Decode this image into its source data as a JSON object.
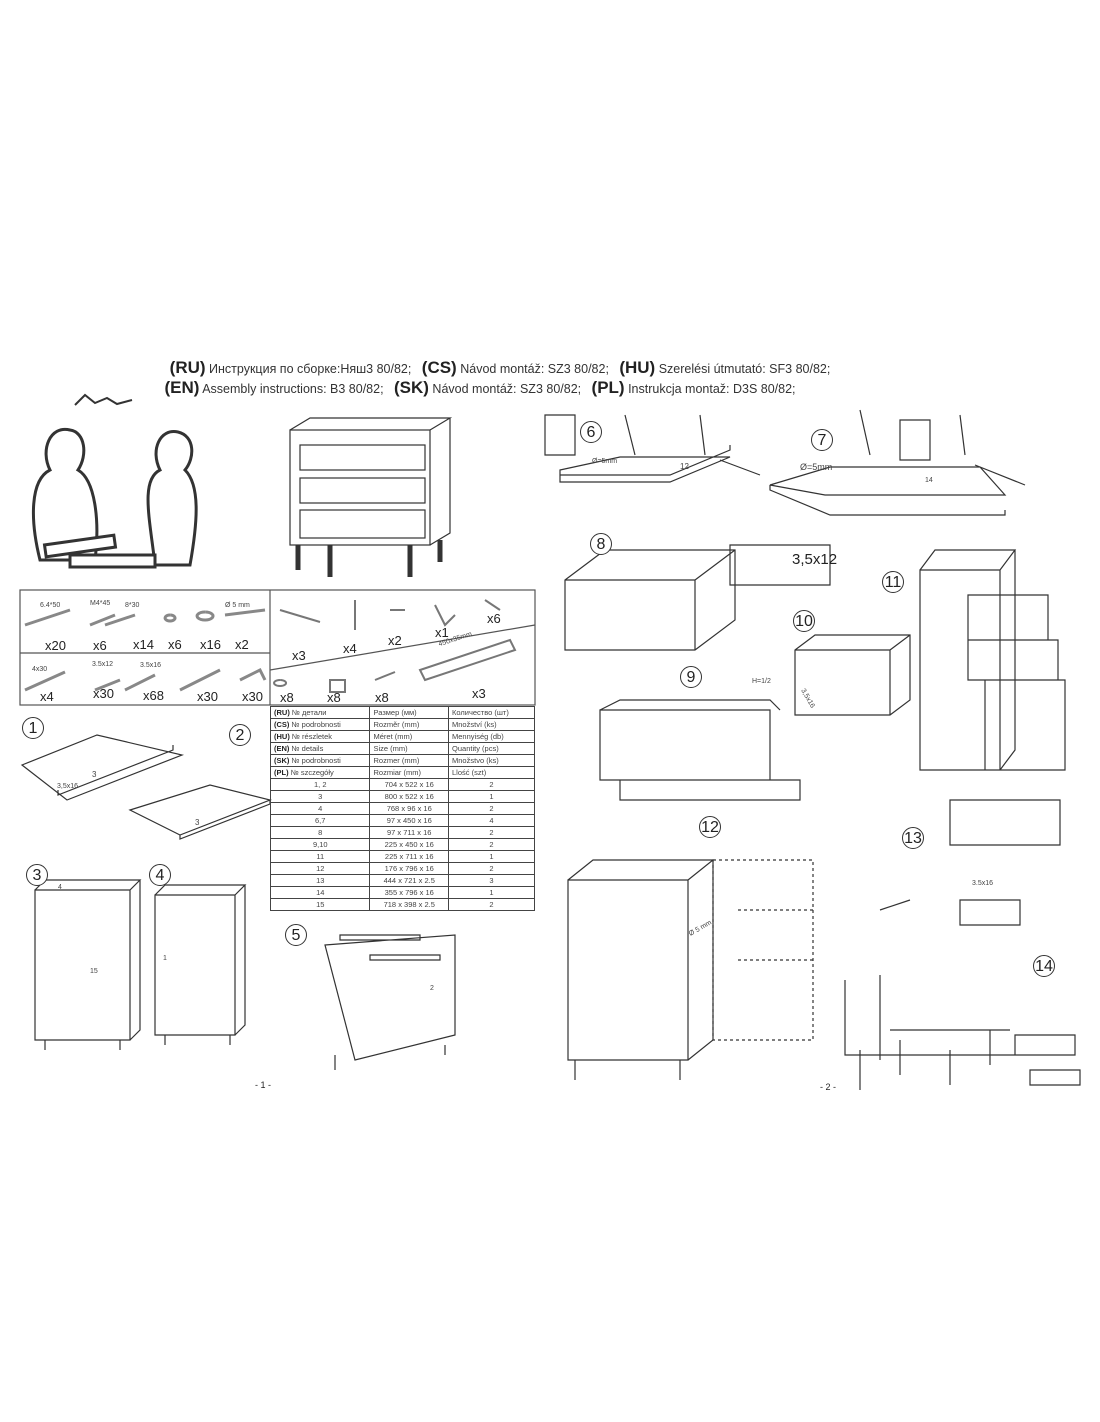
{
  "header": {
    "line1": [
      {
        "code": "(RU)",
        "text": "Инструкция по сборке:Няш3 80/82;"
      },
      {
        "code": "(CS)",
        "text": "Návod montáž: SZ3 80/82;"
      },
      {
        "code": "(HU)",
        "text": "Szerelési útmutató: SF3 80/82;"
      }
    ],
    "line2": [
      {
        "code": "(EN)",
        "text": "Assembly instructions: B3 80/82;"
      },
      {
        "code": "(SK)",
        "text": "Návod montáž: SZ3 80/82;"
      },
      {
        "code": "(PL)",
        "text": "Instrukcja montaž: D3S 80/82;"
      }
    ]
  },
  "hardware": {
    "row1": [
      {
        "label": "6.4*50",
        "qty": "x20"
      },
      {
        "label": "M4*45",
        "qty": "x6"
      },
      {
        "label": "8*30",
        "qty": "x14"
      },
      {
        "label": "",
        "qty": "x6"
      },
      {
        "label": "",
        "qty": "x16"
      },
      {
        "label": "Ø 5 mm",
        "qty": "x2"
      }
    ],
    "row2": [
      {
        "label": "4x30",
        "qty": "x4"
      },
      {
        "label": "3.5x12",
        "qty": "x30"
      },
      {
        "label": "3.5x16",
        "qty": "x68"
      },
      {
        "label": "",
        "qty": "x30"
      },
      {
        "label": "",
        "qty": "x30"
      }
    ],
    "right_top": [
      {
        "qty": "x3"
      },
      {
        "qty": "x4"
      },
      {
        "qty": "x2"
      },
      {
        "qty": "x1"
      },
      {
        "qty": "x6"
      }
    ],
    "right_bottom": [
      {
        "label": "",
        "qty": "x8"
      },
      {
        "label": "",
        "qty": "x8"
      },
      {
        "label": "",
        "qty": "x8"
      },
      {
        "label": "450x35mm",
        "qty": "x3"
      }
    ]
  },
  "parts_table": {
    "header_rows": [
      {
        "code": "(RU)",
        "detail": "№ детали",
        "size": "Размер  (мм)",
        "qty": "Количество (шт)"
      },
      {
        "code": "(CS)",
        "detail": "№ podrobnosti",
        "size": "Rozměr (mm)",
        "qty": "Množství  (ks)"
      },
      {
        "code": "(HU)",
        "detail": "№ részletek",
        "size": "Méret (mm)",
        "qty": "Mennyiség (db)"
      },
      {
        "code": "(EN)",
        "detail": "№ details",
        "size": "Size (mm)",
        "qty": "Quantity  (pcs)"
      },
      {
        "code": "(SK)",
        "detail": "№ podrobnosti",
        "size": "Rozmer (mm)",
        "qty": "Množstvo (ks)"
      },
      {
        "code": "(PL)",
        "detail": "№ szczegóły",
        "size": "Rozmiar (mm)",
        "qty": "Llość (szt)"
      }
    ],
    "rows": [
      {
        "no": "1, 2",
        "size": "704 x 522 x 16",
        "qty": "2"
      },
      {
        "no": "3",
        "size": "800 x 522 x 16",
        "qty": "1"
      },
      {
        "no": "4",
        "size": "768 x 96 x 16",
        "qty": "2"
      },
      {
        "no": "6,7",
        "size": "97 x 450 x 16",
        "qty": "4"
      },
      {
        "no": "8",
        "size": "97 x 711 x 16",
        "qty": "2"
      },
      {
        "no": "9,10",
        "size": "225 x 450 x 16",
        "qty": "2"
      },
      {
        "no": "11",
        "size": "225 x 711 x 16",
        "qty": "1"
      },
      {
        "no": "12",
        "size": "176 x 796 x 16",
        "qty": "2"
      },
      {
        "no": "13",
        "size": "444 x 721 x 2.5",
        "qty": "3"
      },
      {
        "no": "14",
        "size": "355 x 796 x 16",
        "qty": "1"
      },
      {
        "no": "15",
        "size": "718 x 398 x 2.5",
        "qty": "2"
      }
    ]
  },
  "steps": [
    "1",
    "2",
    "3",
    "4",
    "5",
    "6",
    "7",
    "8",
    "9",
    "10",
    "11",
    "12",
    "13",
    "14"
  ],
  "annotations": {
    "part3": "3",
    "part3b": "3",
    "part4": "4",
    "part15": "15",
    "part1": "1",
    "part2": "2",
    "d5mm_6": "Ø=5mm",
    "p12": "12",
    "d5mm_7": "Ø=5mm",
    "p14": "14",
    "screw8": "3,5x12",
    "h12": "H=1/2",
    "s316": "3,5x16",
    "s316b": "3.5x16",
    "d5mm_12": "Ø 5 mm",
    "s316c": "3,5x16"
  },
  "page_numbers": [
    "- 1 -",
    "- 2 -"
  ]
}
